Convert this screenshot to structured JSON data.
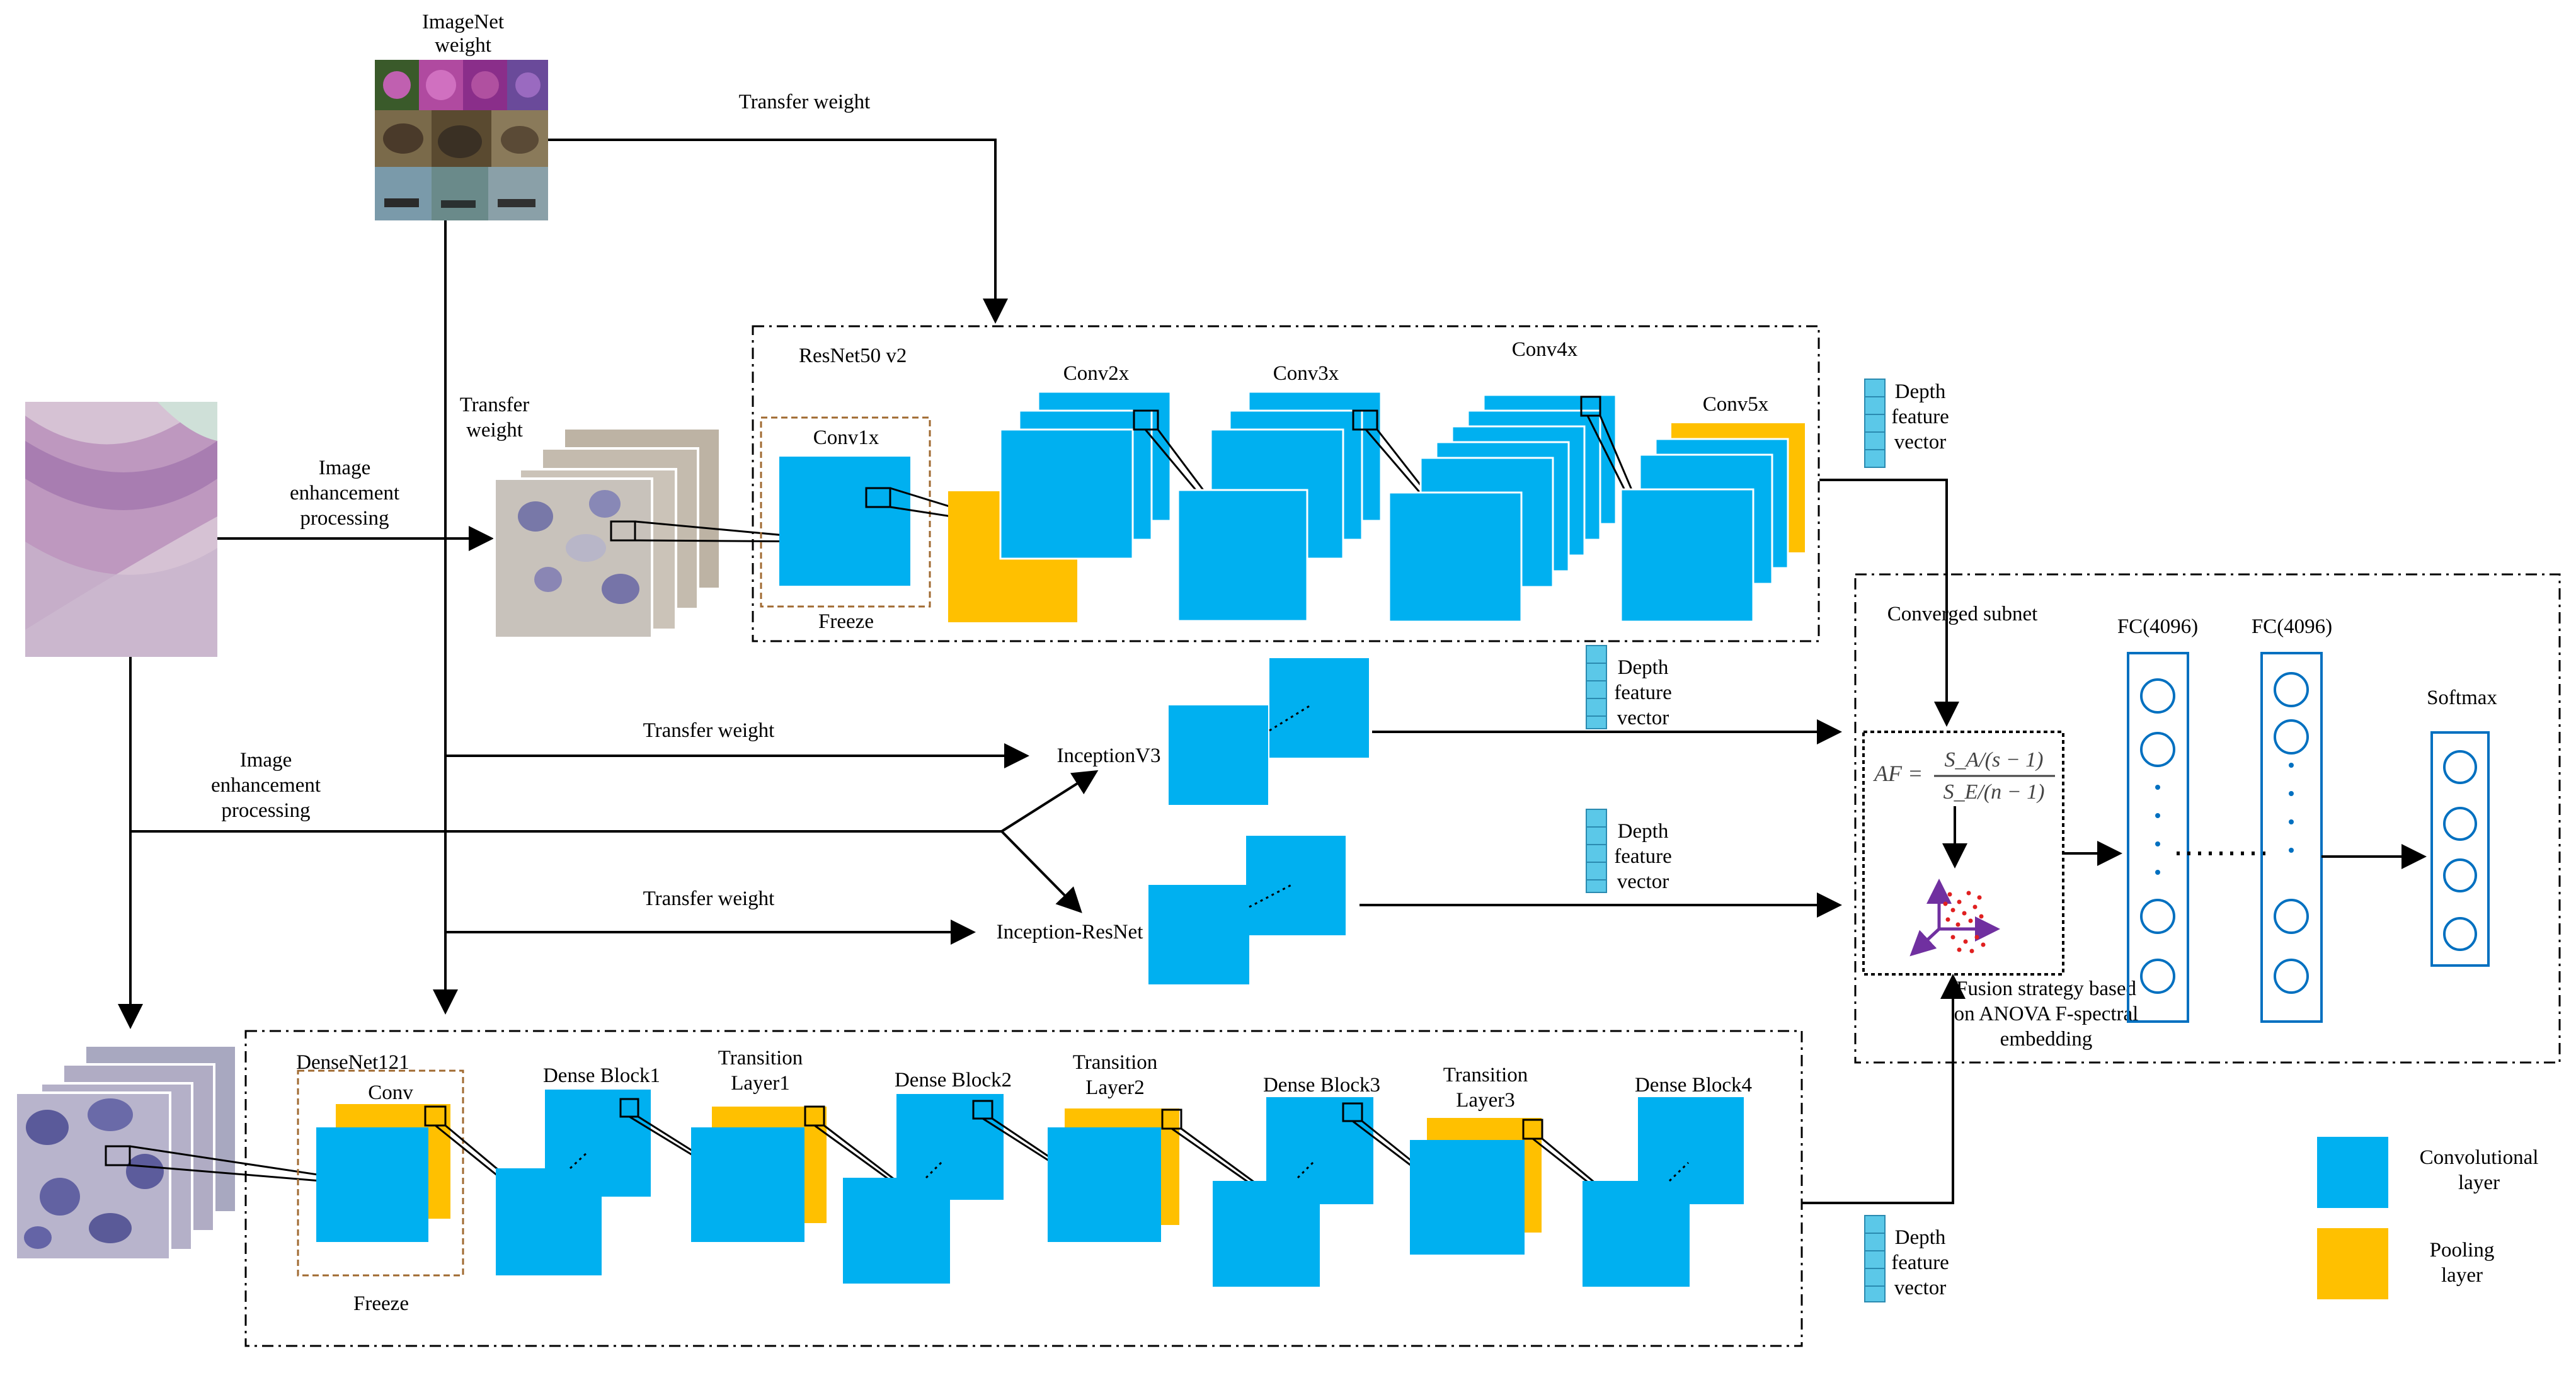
{
  "imagenet": {
    "title_line1": "ImageNet",
    "title_line2": "weight"
  },
  "transfer_weight_top": "Transfer weight",
  "transfer_weight_side": {
    "line1": "Transfer",
    "line2": "weight"
  },
  "enhancement_top": {
    "line1": "Image",
    "line2": "enhancement",
    "line3": "processing"
  },
  "enhancement_mid": {
    "line1": "Image",
    "line2": "enhancement",
    "line3": "processing"
  },
  "transfer_weight_inception": "Transfer weight",
  "transfer_weight_incres": "Transfer weight",
  "resnet": {
    "title": "ResNet50  v2",
    "conv1": "Conv1x",
    "freeze": "Freeze",
    "conv2": "Conv2x",
    "conv3": "Conv3x",
    "conv4": "Conv4x",
    "conv5": "Conv5x"
  },
  "depth_feature_vector": {
    "line1": "Depth",
    "line2": "feature",
    "line3": "vector"
  },
  "inception_v3": "InceptionV3",
  "inception_resnet": "Inception-ResNet",
  "densenet": {
    "title": "DenseNet121",
    "conv": "Conv",
    "freeze": "Freeze",
    "dense_block1": "Dense Block1",
    "transition1": {
      "line1": "Transition",
      "line2": "Layer1"
    },
    "dense_block2": "Dense Block2",
    "transition2": {
      "line1": "Transition",
      "line2": "Layer2"
    },
    "dense_block3": "Dense Block3",
    "transition3": {
      "line1": "Transition",
      "line2": "Layer3"
    },
    "dense_block4": "Dense Block4"
  },
  "converged": {
    "title": "Converged subnet",
    "formula_lhs": "AF =",
    "formula_num": "S_A/(s − 1)",
    "formula_den": "S_E/(n − 1)",
    "fusion_line1": "Fusion strategy based",
    "fusion_line2": "on ANOVA F-spectral",
    "fusion_line3": "embedding",
    "fc1": "FC(4096)",
    "fc2": "FC(4096)",
    "softmax": "Softmax"
  },
  "legend": {
    "conv_line1": "Convolutional",
    "conv_line2": "layer",
    "pool_line1": "Pooling",
    "pool_line2": "layer"
  },
  "colors": {
    "conv": "#00b0f0",
    "pool": "#ffc000",
    "neuron": "#0070c0",
    "arrow_purple": "#7030a0",
    "dots_red": "#e02020",
    "vector_cell": "#5bc8e8",
    "freeze_border": "#a06a30"
  }
}
